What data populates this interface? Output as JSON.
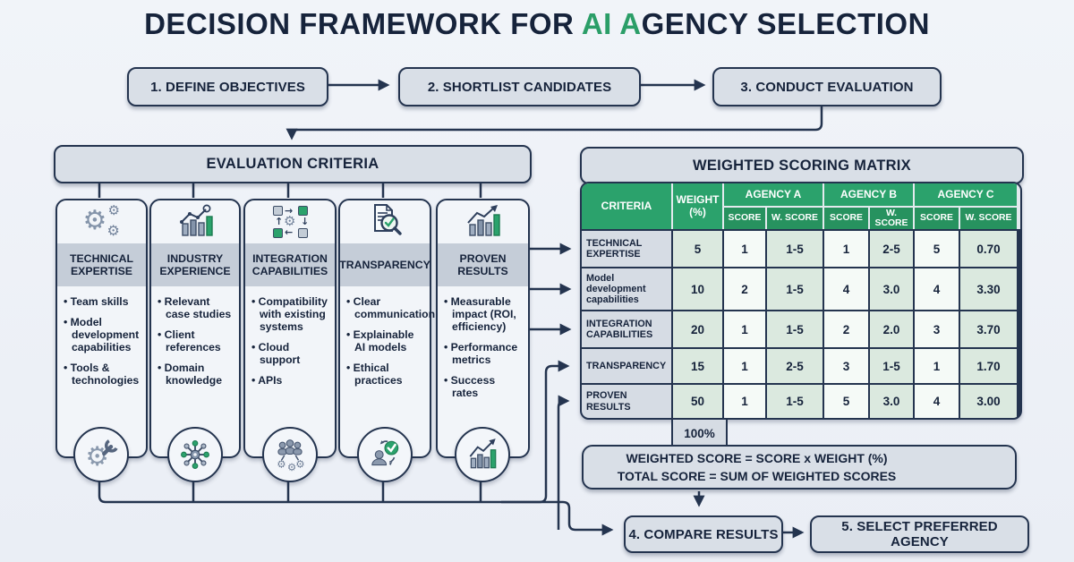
{
  "title": {
    "part1": "DECISION FRAMEWORK FOR ",
    "part2": "AI A",
    "part3": "GENCY SELECTION"
  },
  "flow": {
    "step1": "1. DEFINE OBJECTIVES",
    "step2": "2. SHORTLIST CANDIDATES",
    "step3": "3. CONDUCT EVALUATION",
    "step4": "4. COMPARE RESULTS",
    "step5": "5. SELECT PREFERRED AGENCY"
  },
  "criteria": {
    "title": "EVALUATION CRITERIA",
    "cards": [
      {
        "title": "TECHNICAL EXPERTISE",
        "top_icon": "gears-icon",
        "badge_icon": "gear-wrench-icon",
        "bullets": [
          "Team skills",
          "Model development capabilities",
          "Tools & technologies"
        ]
      },
      {
        "title": "INDUSTRY EXPERIENCE",
        "top_icon": "bar-chart-trend-icon",
        "badge_icon": "network-hub-icon",
        "bullets": [
          "Relevant case studies",
          "Client references",
          "Domain knowledge"
        ]
      },
      {
        "title": "INTEGRATION CAPABILITIES",
        "top_icon": "workflow-gear-icon",
        "badge_icon": "team-gears-icon",
        "bullets": [
          "Compatibility with existing systems",
          "Cloud support",
          "APIs"
        ]
      },
      {
        "title": "TRANSPARENCY",
        "top_icon": "document-check-magnifier-icon",
        "badge_icon": "person-check-icon",
        "bullets": [
          "Clear communication",
          "Explainable AI models",
          "Ethical practices"
        ]
      },
      {
        "title": "PROVEN RESULTS",
        "top_icon": "growth-chart-icon",
        "badge_icon": "bar-growth-arrow-icon",
        "bullets": [
          "Measurable impact (ROI, efficiency)",
          "Performance metrics",
          "Success rates"
        ]
      }
    ]
  },
  "matrix": {
    "title": "WEIGHTED SCORING MATRIX",
    "col_criteria": "CRITERIA",
    "col_weight": "WEIGHT (%)",
    "col_agency_a": "AGENCY A",
    "col_agency_b": "AGENCY B",
    "col_agency_c": "AGENCY C",
    "sub_score": "SCORE",
    "sub_wscore": "W. SCORE",
    "rows": [
      {
        "criteria": "TECHNICAL EXPERTISE",
        "weight": "5",
        "a_score": "1",
        "a_wscore": "1-5",
        "b_score": "1",
        "b_wscore": "2-5",
        "c_score": "5",
        "c_wscore": "0.70"
      },
      {
        "criteria": "Model development capabilities",
        "weight": "10",
        "a_score": "2",
        "a_wscore": "1-5",
        "b_score": "4",
        "b_wscore": "3.0",
        "c_score": "4",
        "c_wscore": "3.30"
      },
      {
        "criteria": "INTEGRATION CAPABILITIES",
        "weight": "20",
        "a_score": "1",
        "a_wscore": "1-5",
        "b_score": "2",
        "b_wscore": "2.0",
        "c_score": "3",
        "c_wscore": "3.70"
      },
      {
        "criteria": "TRANSPARENCY",
        "weight": "15",
        "a_score": "1",
        "a_wscore": "2-5",
        "b_score": "3",
        "b_wscore": "1-5",
        "c_score": "1",
        "c_wscore": "1.70"
      },
      {
        "criteria": "PROVEN RESULTS",
        "weight": "50",
        "a_score": "1",
        "a_wscore": "1-5",
        "b_score": "5",
        "b_wscore": "3.0",
        "c_score": "4",
        "c_wscore": "3.00"
      }
    ],
    "weight_total": "100%"
  },
  "formula": {
    "line1": "WEIGHTED SCORE = SCORE x WEIGHT (%)",
    "line2": "TOTAL SCORE = SUM OF WEIGHTED SCORES"
  },
  "colors": {
    "accent_green": "#2b9e68",
    "header_green": "#2ba26c",
    "subheader_green": "#27925f",
    "navy": "#24344f",
    "cell_green": "#dbe9df",
    "cell_gray": "#d6dce4"
  }
}
